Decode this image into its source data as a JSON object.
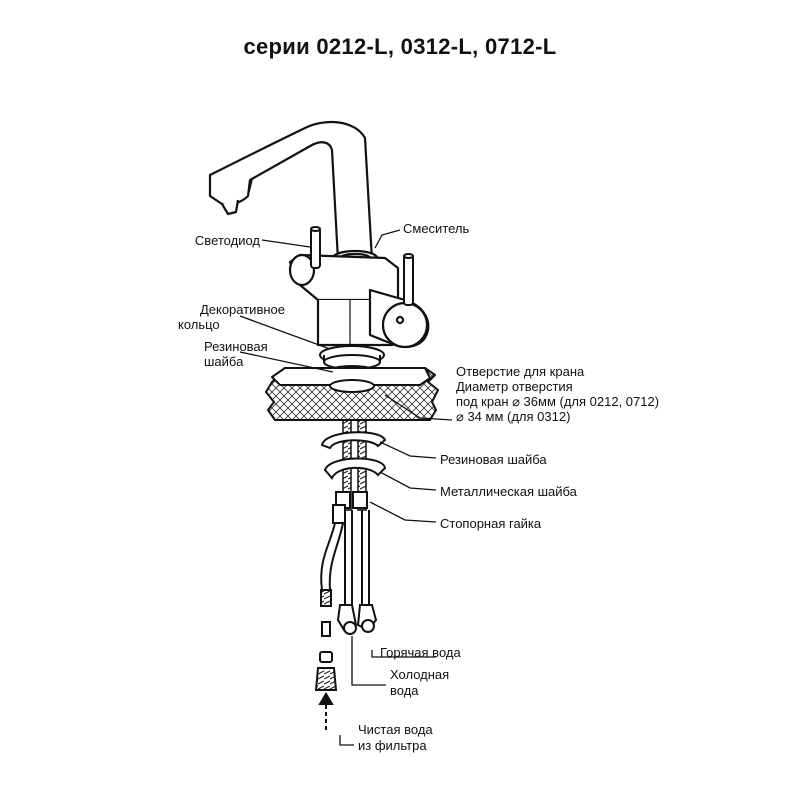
{
  "title": "серии 0212-L, 0312-L, 0712-L",
  "labels": {
    "led": "Светодиод",
    "mixer": "Смеситель",
    "decor_ring_1": "Декоративное",
    "decor_ring_2": "кольцо",
    "rubber_washer_top_1": "Резиновая",
    "rubber_washer_top_2": "шайба",
    "hole_1": "Отверстие для крана",
    "hole_2": "Диаметр отверстия",
    "hole_3": "под кран ⌀ 36мм (для 0212, 0712)",
    "hole_4": "⌀ 34 мм (для 0312)",
    "rubber_washer": "Резиновая шайба",
    "metal_washer": "Металлическая шайба",
    "lock_nut": "Стопорная гайка",
    "hot_water": "Горячая вода",
    "cold_water_1": "Холодная",
    "cold_water_2": "вода",
    "filtered_water_1": "Чистая вода",
    "filtered_water_2": "из фильтра"
  }
}
